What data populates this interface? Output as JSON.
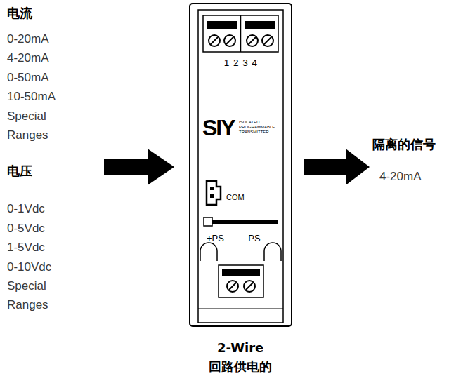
{
  "diagram": {
    "nodes": [
      {
        "text": [
          "1 2 3 4",
          "SIY",
          "ISOLATED PROGRAMMABLE TRANSMITTER",
          "COM",
          "+PS",
          "–PS"
        ]
      }
    ],
    "edges": [],
    "labels": [
      "电流",
      "0-20mA",
      "4-20mA",
      "0-50mA",
      "10-50mA",
      "Special Ranges",
      "电压",
      "0-1Vdc",
      "0-5Vdc",
      "1-5Vdc",
      "0-10Vdc",
      "Special Ranges",
      "隔离的信号",
      "4-20mA",
      "2-Wire",
      "回路供电的"
    ]
  }
}
